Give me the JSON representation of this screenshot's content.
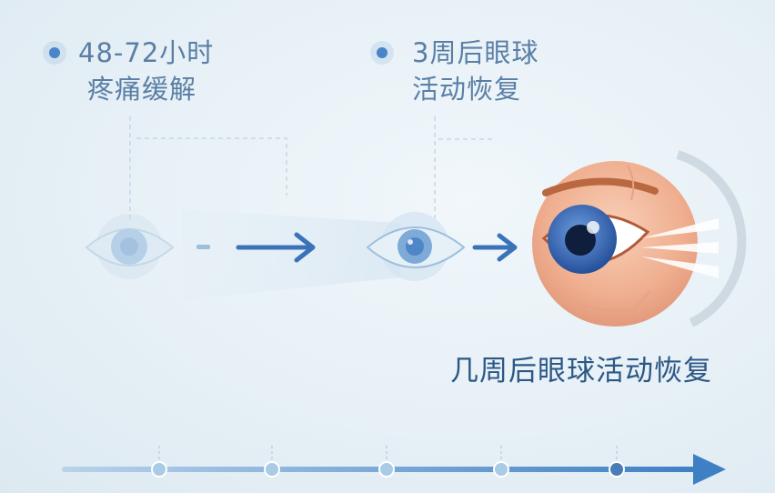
{
  "stages": [
    {
      "line1": "48-72小时",
      "line2": "疼痛缓解"
    },
    {
      "line1": "3周后眼球",
      "line2": "活动恢复"
    }
  ],
  "caption": "几周后眼球活动恢复",
  "timeline": {
    "ticks": 5,
    "colors": {
      "axis": "#4a84c9",
      "tick": "#a9cbe6",
      "tick_last": "#4a7cb8"
    }
  },
  "colors": {
    "label_text": "#5a7fa6",
    "caption_text": "#2c5786",
    "arrow": "#3a73b8",
    "dot": "#4a84c9"
  },
  "icons": [
    "faded-eye-icon",
    "dash-icon",
    "arrow-right-icon",
    "eye-icon",
    "arrow-right-icon",
    "healthy-eye-illustration",
    "light-rays"
  ]
}
